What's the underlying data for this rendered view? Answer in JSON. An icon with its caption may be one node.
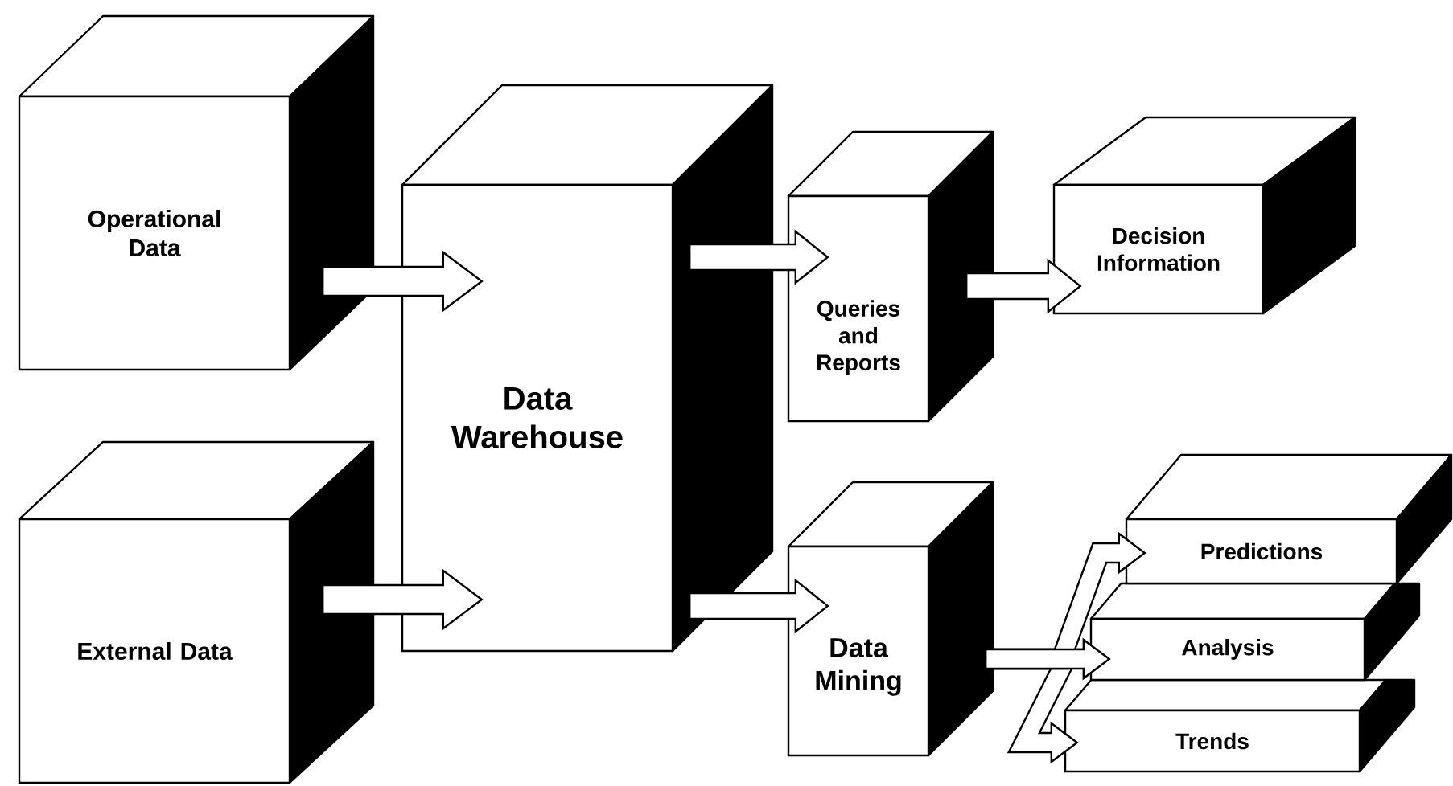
{
  "diagram": {
    "nodes": [
      {
        "text": [
          "Operational Data"
        ]
      },
      {
        "text": [
          "External Data"
        ]
      },
      {
        "text": [
          "Data Warehouse"
        ]
      },
      {
        "text": [
          "Queries and Reports"
        ]
      },
      {
        "text": [
          "Decision Information"
        ]
      },
      {
        "text": [
          "Data Mining"
        ]
      },
      {
        "text": [
          "Predictions"
        ]
      },
      {
        "text": [
          "Analysis"
        ]
      },
      {
        "text": [
          "Trends"
        ]
      }
    ],
    "edges": [
      {
        "from": 0,
        "to": 2,
        "arrow": "to"
      },
      {
        "from": 1,
        "to": 2,
        "arrow": "to"
      },
      {
        "from": 2,
        "to": 3,
        "arrow": "to"
      },
      {
        "from": 3,
        "to": 4,
        "arrow": "to"
      },
      {
        "from": 2,
        "to": 5,
        "arrow": "to"
      },
      {
        "from": 5,
        "to": 6,
        "arrow": "to"
      },
      {
        "from": 5,
        "to": 7,
        "arrow": "to"
      },
      {
        "from": 5,
        "to": 8,
        "arrow": "to"
      }
    ]
  }
}
